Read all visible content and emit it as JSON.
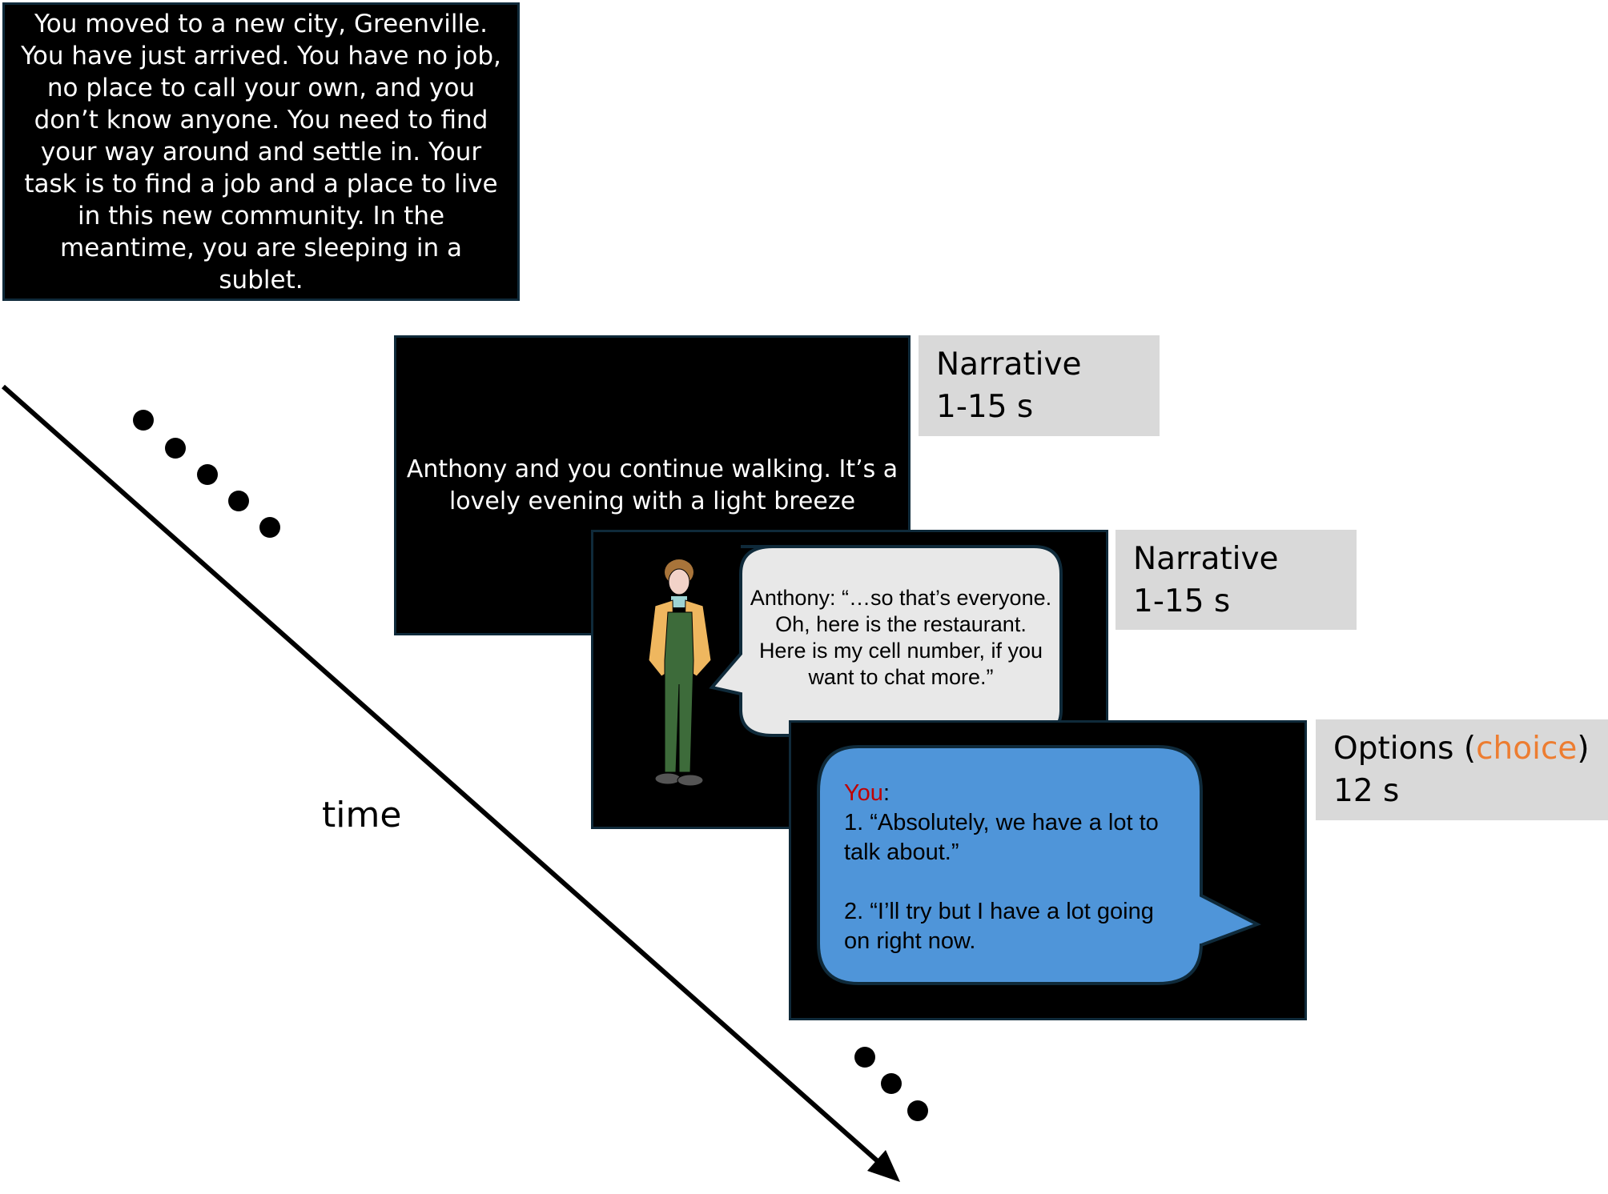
{
  "intro": {
    "text": "You moved to a new city, Greenville. You have just arrived. You have no job, no place to call your own, and you don’t know anyone. You need to find your way around and settle in. Your task is to find a job and a place to live in this new community. In the meantime, you are sleeping in a sublet."
  },
  "screens": [
    {
      "text": "Anthony and you continue walking. It’s a lovely evening with a light breeze",
      "label": "Narrative",
      "duration": "1-15 s"
    },
    {
      "speech_lines": [
        "Anthony: “…so that’s everyone.",
        "Oh, here is the restaurant.",
        "Here is my cell number, if you",
        "want to chat more.”"
      ],
      "label": "Narrative",
      "duration": "1-15 s"
    },
    {
      "speaker": "You",
      "colon": ":",
      "option1_lines": [
        "1. “Absolutely, we have a lot to",
        "talk about.”"
      ],
      "option2_lines": [
        "2. “I’ll try but I have a lot going",
        "on right now."
      ],
      "label_prefix": "Options (",
      "label_choice": "choice",
      "label_suffix": ")",
      "duration": "12 s"
    }
  ],
  "axis": {
    "label": "time"
  },
  "colors": {
    "bubble_blue": "#4f95d9",
    "bubble_gray": "#e8e8e8",
    "label_bg": "#d9d9d9",
    "choice": "#ed7d31",
    "you": "#c00000"
  }
}
